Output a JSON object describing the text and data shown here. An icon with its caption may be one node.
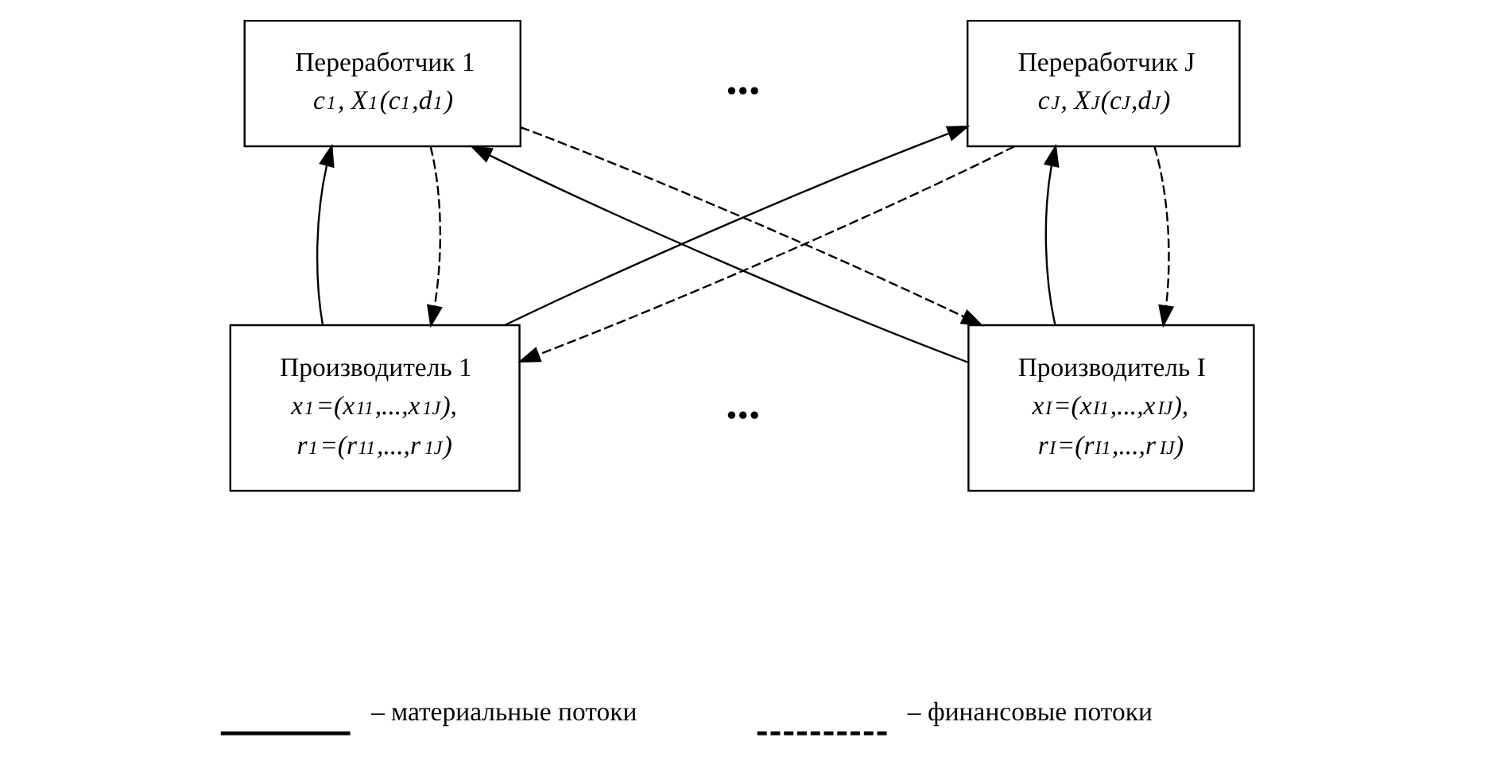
{
  "diagram": {
    "nodes": [
      {
        "text": [
          "Переработчик 1",
          "c$_{1}$, X$_{1}$(c$_{1}$,d$_{1}$)"
        ]
      },
      {
        "text": [
          "Переработчик J",
          "c$_{J}$, X$_{J}$(c$_{J}$,d$_{J}$)"
        ]
      },
      {
        "text": [
          "Производитель 1",
          "x$_{1}$=(x$_{11}$,...,x$_{1J}$),",
          "r$_{1}$=(r$_{11}$,...,r$_{1J}$)"
        ]
      },
      {
        "text": [
          "Производитель I",
          "x$_{I}$=(x$_{I1}$,...,x$_{IJ}$),",
          "r$_{I}$=(r$_{I1}$,...,r$_{IJ}$)"
        ]
      }
    ],
    "edges": [
      {
        "from": 2,
        "to": 0,
        "arrow": "to"
      },
      {
        "from": 2,
        "to": 1,
        "arrow": "to"
      },
      {
        "from": 3,
        "to": 0,
        "arrow": "to"
      },
      {
        "from": 3,
        "to": 1,
        "arrow": "to"
      },
      {
        "from": 0,
        "to": 2,
        "arrow": "to",
        "style": "dashed"
      },
      {
        "from": 0,
        "to": 3,
        "arrow": "to",
        "style": "dashed"
      },
      {
        "from": 1,
        "to": 2,
        "arrow": "to",
        "style": "dashed"
      },
      {
        "from": 1,
        "to": 3,
        "arrow": "to",
        "style": "dashed"
      }
    ],
    "labels": [
      "...",
      "..."
    ],
    "legend": [
      {
        "text": "– материальные потоки"
      },
      {
        "text": "– финансовые потоки"
      }
    ]
  }
}
